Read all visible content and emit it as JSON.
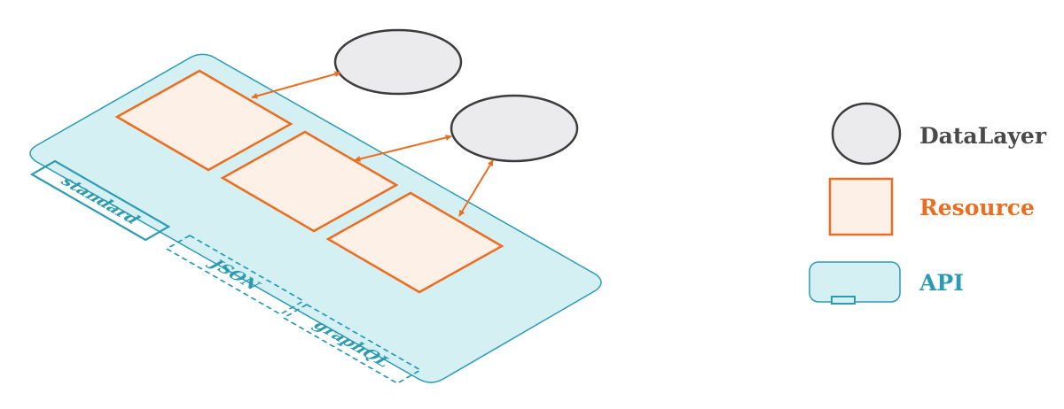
{
  "colors": {
    "api_fill": "#d5f0f3",
    "api_stroke": "#2a9bb3",
    "resource_fill": "#fdf0e6",
    "resource_stroke": "#ec6d1f",
    "datalayer_fill": "#ebebed",
    "datalayer_stroke": "#3c3c3c",
    "arrow": "#ec6d1f",
    "text_dark": "#4a4a4a"
  },
  "api_tabs": [
    {
      "label": "standard",
      "style": "solid"
    },
    {
      "label": "JSON",
      "style": "dashed"
    },
    {
      "label": "graphQL",
      "style": "dashed"
    }
  ],
  "legend": {
    "datalayer": "DataLayer",
    "resource": "Resource",
    "api": "API"
  }
}
